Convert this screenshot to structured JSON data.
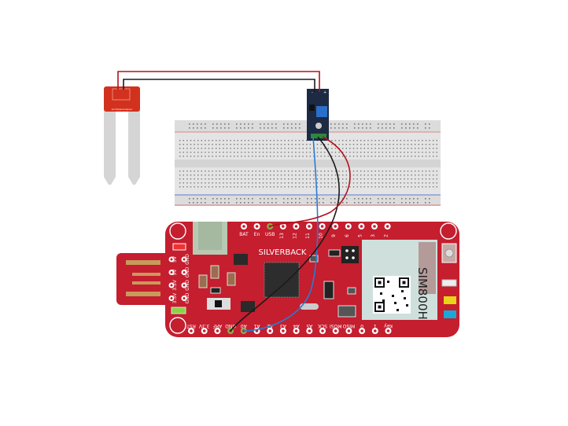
{
  "soil_sensor": {
    "label": "Soil Moisture Sensor"
  },
  "board": {
    "name": "SILVERBACK",
    "gsm_module": "SIM800H",
    "top_pins": [
      "BAT",
      "En",
      "USB",
      "13",
      "12",
      "11",
      "10",
      "9",
      "6",
      "5",
      "3",
      "2"
    ],
    "bottom_pins": [
      "RST",
      "3.3V",
      "ARF",
      "GND",
      "A0",
      "A1",
      "A2",
      "A3",
      "A4",
      "A5",
      "SCK",
      "MOSI",
      "MISO",
      "0",
      "1",
      "Key"
    ],
    "power_pins": [
      [
        "5V",
        "GND"
      ],
      [
        "5V",
        "GND"
      ],
      [
        "3.3V",
        "GND"
      ],
      [
        "3.3V",
        "GND"
      ]
    ]
  },
  "module": {
    "pin_minus": "-",
    "pin_plus": "+"
  },
  "colors": {
    "board": "#c41e2f",
    "wire_red": "#b3121c",
    "wire_black": "#1a1a1a",
    "wire_blue": "#2b7bd4",
    "breadboard": "#e6e6e6"
  }
}
